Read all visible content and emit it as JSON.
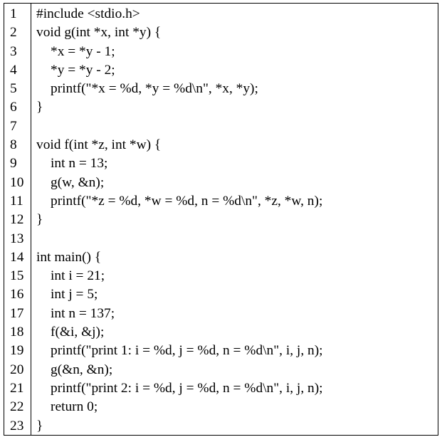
{
  "lines": [
    {
      "number": "1",
      "text": "#include <stdio.h>",
      "indent": 0
    },
    {
      "number": "2",
      "text": "void g(int *x, int *y) {",
      "indent": 0
    },
    {
      "number": "3",
      "text": "*x = *y - 1;",
      "indent": 1
    },
    {
      "number": "4",
      "text": "*y = *y - 2;",
      "indent": 1
    },
    {
      "number": "5",
      "text": "printf(\"*x = %d, *y = %d\\n\", *x, *y);",
      "indent": 1
    },
    {
      "number": "6",
      "text": "}",
      "indent": 0
    },
    {
      "number": "7",
      "text": "",
      "indent": 0
    },
    {
      "number": "8",
      "text": "void f(int *z, int *w) {",
      "indent": 0
    },
    {
      "number": "9",
      "text": "int n = 13;",
      "indent": 1
    },
    {
      "number": "10",
      "text": "g(w, &n);",
      "indent": 1
    },
    {
      "number": "11",
      "text": "printf(\"*z = %d, *w = %d, n = %d\\n\", *z, *w, n);",
      "indent": 1
    },
    {
      "number": "12",
      "text": "}",
      "indent": 0
    },
    {
      "number": "13",
      "text": "",
      "indent": 0
    },
    {
      "number": "14",
      "text": "int main() {",
      "indent": 0
    },
    {
      "number": "15",
      "text": "int i = 21;",
      "indent": 1
    },
    {
      "number": "16",
      "text": "int j = 5;",
      "indent": 1
    },
    {
      "number": "17",
      "text": "int n = 137;",
      "indent": 1
    },
    {
      "number": "18",
      "text": "f(&i, &j);",
      "indent": 1
    },
    {
      "number": "19",
      "text": "printf(\"print 1: i = %d, j = %d, n = %d\\n\", i, j, n);",
      "indent": 1
    },
    {
      "number": "20",
      "text": "g(&n, &n);",
      "indent": 1
    },
    {
      "number": "21",
      "text": "printf(\"print 2: i = %d, j = %d, n = %d\\n\", i, j, n);",
      "indent": 1
    },
    {
      "number": "22",
      "text": "return 0;",
      "indent": 1
    },
    {
      "number": "23",
      "text": "}",
      "indent": 0
    }
  ]
}
